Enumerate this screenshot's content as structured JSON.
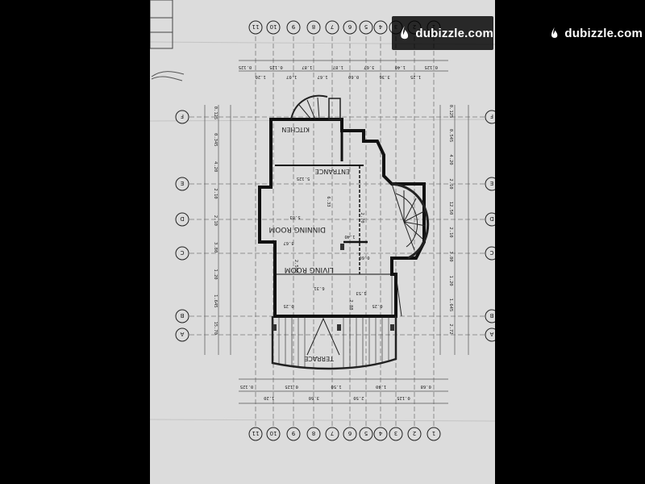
{
  "watermarks": [
    {
      "text": "dubizzle.com",
      "icon": "dubizzle-flame-logo-icon"
    },
    {
      "text": "dubizzle.com",
      "icon": "dubizzle-flame-logo-icon"
    }
  ],
  "rooms": {
    "kitchen": "KITCHEN",
    "entrance": "ENTRANCE",
    "dining": "DINNING ROOM",
    "living": "LIVING ROOM",
    "terrace": "TERRACE"
  },
  "grid_rows": [
    "F",
    "E",
    "D",
    "C",
    "B",
    "A"
  ],
  "grid_cols_top": [
    "11",
    "10",
    "9",
    "8",
    "7",
    "6",
    "5",
    "4",
    "3",
    "2",
    "1"
  ],
  "grid_cols_bottom": [
    "11",
    "10",
    "9",
    "8",
    "7",
    "6",
    "5",
    "4",
    "3",
    "2",
    "1"
  ],
  "left_dims": [
    "0.125",
    "0.345",
    "4.20",
    "2.10",
    "2.10",
    "3.80",
    "1.20",
    "1.645",
    "15.70"
  ],
  "right_dims": [
    "0.125",
    "0.545",
    "4.20",
    "2.10",
    "12.50",
    "2.10",
    "3.80",
    "1.20",
    "1.645",
    "2.72"
  ],
  "top_dims": [
    "0.125",
    "1.20",
    "0.125",
    "1.07",
    "1.87",
    "1.67",
    "1.87",
    "0.60",
    "3.67",
    "3.36",
    "1.40",
    "1.25",
    "0.125"
  ],
  "bottom_dims": [
    "0.125",
    "1.20",
    "0.125",
    "3.60",
    "1.50",
    "2.50",
    "1.40",
    "0.125",
    "0.68"
  ],
  "inner_dims": [
    "5.125",
    "6.33",
    "5.03",
    "3.67",
    "2.70",
    "1.40",
    "6.31",
    "2.500",
    "0.25",
    "0.25",
    "2.88",
    "1.53",
    "0.60"
  ]
}
